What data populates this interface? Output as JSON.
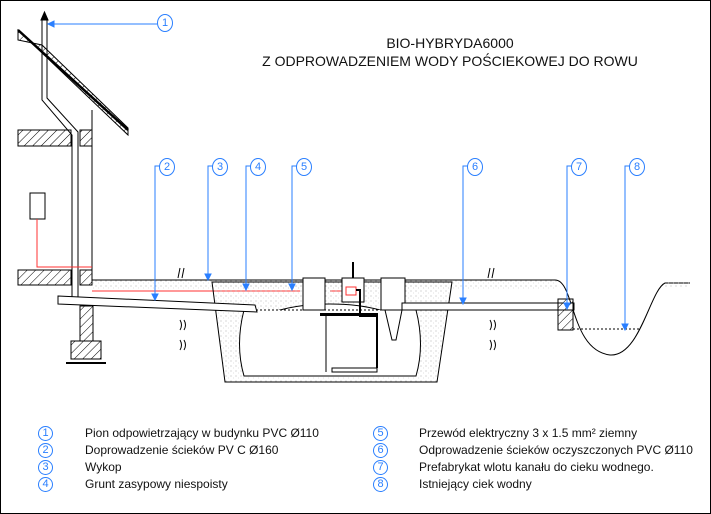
{
  "title": {
    "line1": "BIO-HYBRYDA6000",
    "line2": "Z ODPROWADZENIEM WODY POŚCIEKOWEJ DO ROWU"
  },
  "callouts": [
    "1",
    "2",
    "3",
    "4",
    "5",
    "6",
    "7",
    "8"
  ],
  "legend": [
    {
      "num": "1",
      "text": "Pion odpowietrzający w budynku  PVC Ø110"
    },
    {
      "num": "2",
      "text": "Doprowadzenie ścieków PV C Ø160"
    },
    {
      "num": "3",
      "text": "Wykop"
    },
    {
      "num": "4",
      "text": "Grunt zasypowy niespoisty"
    },
    {
      "num": "5",
      "text": "Przewód elektryczny 3 x 1.5 mm² ziemny"
    },
    {
      "num": "6",
      "text": "Odprowadzenie ścieków oczyszczonych  PVC Ø110"
    },
    {
      "num": "7",
      "text": "Prefabrykat wlotu kanału do cieku wodnego."
    },
    {
      "num": "8",
      "text": "Istniejący ciek wodny"
    }
  ],
  "colors": {
    "leader": "#2a7fff",
    "cable": "#ff3030"
  }
}
